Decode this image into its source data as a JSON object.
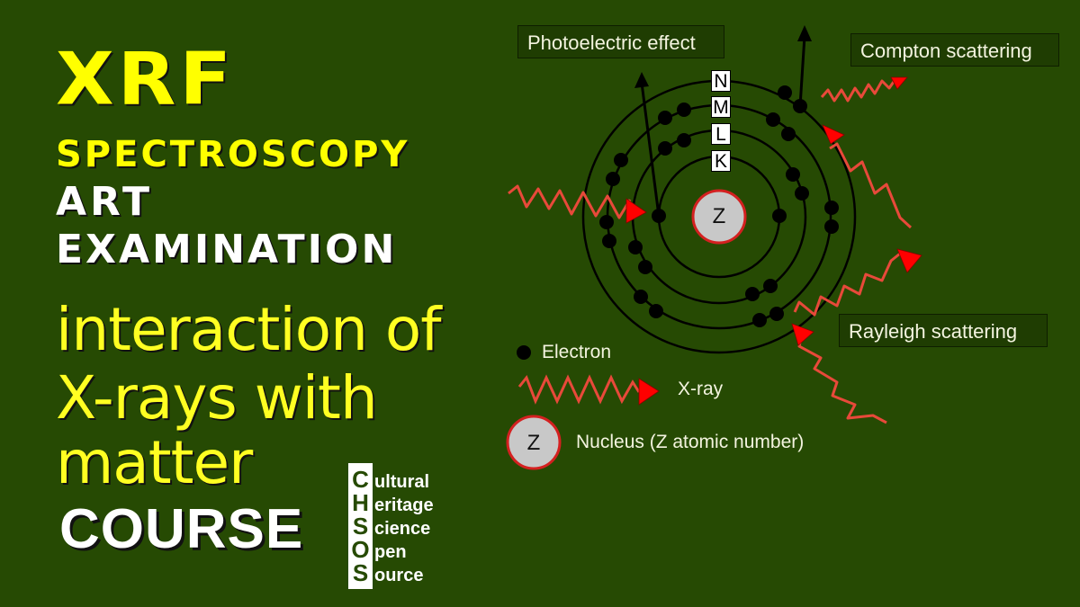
{
  "title": {
    "line1": "XRF",
    "line2": "SPECTROSCOPY",
    "line3": "ART",
    "line4": "EXAMINATION",
    "subtitle_lines": [
      "interaction of",
      "X-rays with",
      "matter"
    ],
    "course": "COURSE"
  },
  "logo": {
    "letters": [
      "C",
      "H",
      "S",
      "O",
      "S"
    ],
    "words": [
      "ultural",
      "eritage",
      "cience",
      "pen",
      "ource"
    ]
  },
  "diagram": {
    "labels": {
      "photoelectric": "Photoelectric effect",
      "compton": "Compton scattering",
      "rayleigh": "Rayleigh scattering"
    },
    "shells": [
      "N",
      "M",
      "L",
      "K"
    ],
    "nucleus_label": "Z",
    "colors": {
      "background": "#264a03",
      "xray": "#e8493a",
      "arrowhead": "#ff0000",
      "nucleus_fill": "#c8c8c8",
      "nucleus_border": "#d42020",
      "electron": "#000000"
    }
  },
  "legend": {
    "electron": "Electron",
    "xray": "X-ray",
    "nucleus_symbol": "Z",
    "nucleus": "Nucleus (Z atomic number)"
  }
}
